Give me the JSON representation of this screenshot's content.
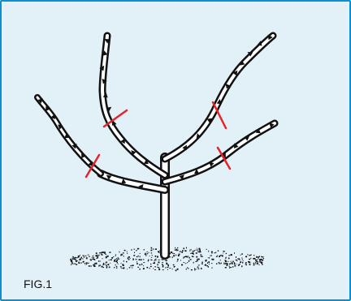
{
  "figure": {
    "caption": "FIG.1",
    "subject": "pruned-young-tree",
    "colors": {
      "background": "#e2f1f8",
      "border": "#0a8fd0",
      "outline": "#111111",
      "branch_fill": "#ffffff",
      "cut_mark": "#e8222d",
      "soil": "#111111"
    },
    "cut_mark_count": 4,
    "branch_count": 5
  }
}
